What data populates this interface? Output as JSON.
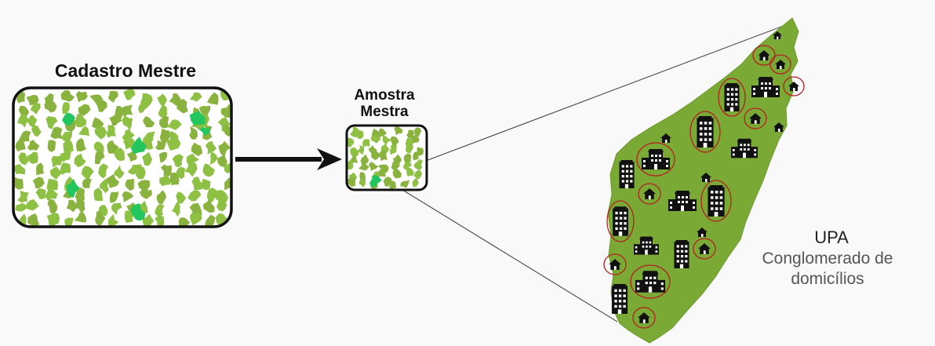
{
  "cadastro": {
    "title": "Cadastro Mestre"
  },
  "amostra": {
    "title_line1": "Amostra",
    "title_line2": "Mestra"
  },
  "upa": {
    "label": "UPA",
    "description_line1": "Conglomerado de",
    "description_line2": "domicílios"
  },
  "colors": {
    "background": "#f9f9f9",
    "frame_border": "#111111",
    "frame_fill": "#ffffff",
    "tract_light": "#8dc043",
    "tract_dark": "#8ab23e",
    "tract_selected": "#22c55e",
    "region_fill": "#7aa935",
    "building": "#111111",
    "circle_stroke": "#b32020",
    "zoom_line": "#555555"
  },
  "icons": [
    "tract-shape-icon",
    "arrow-right-icon",
    "office-building-icon",
    "apartment-building-icon",
    "house-icon"
  ]
}
